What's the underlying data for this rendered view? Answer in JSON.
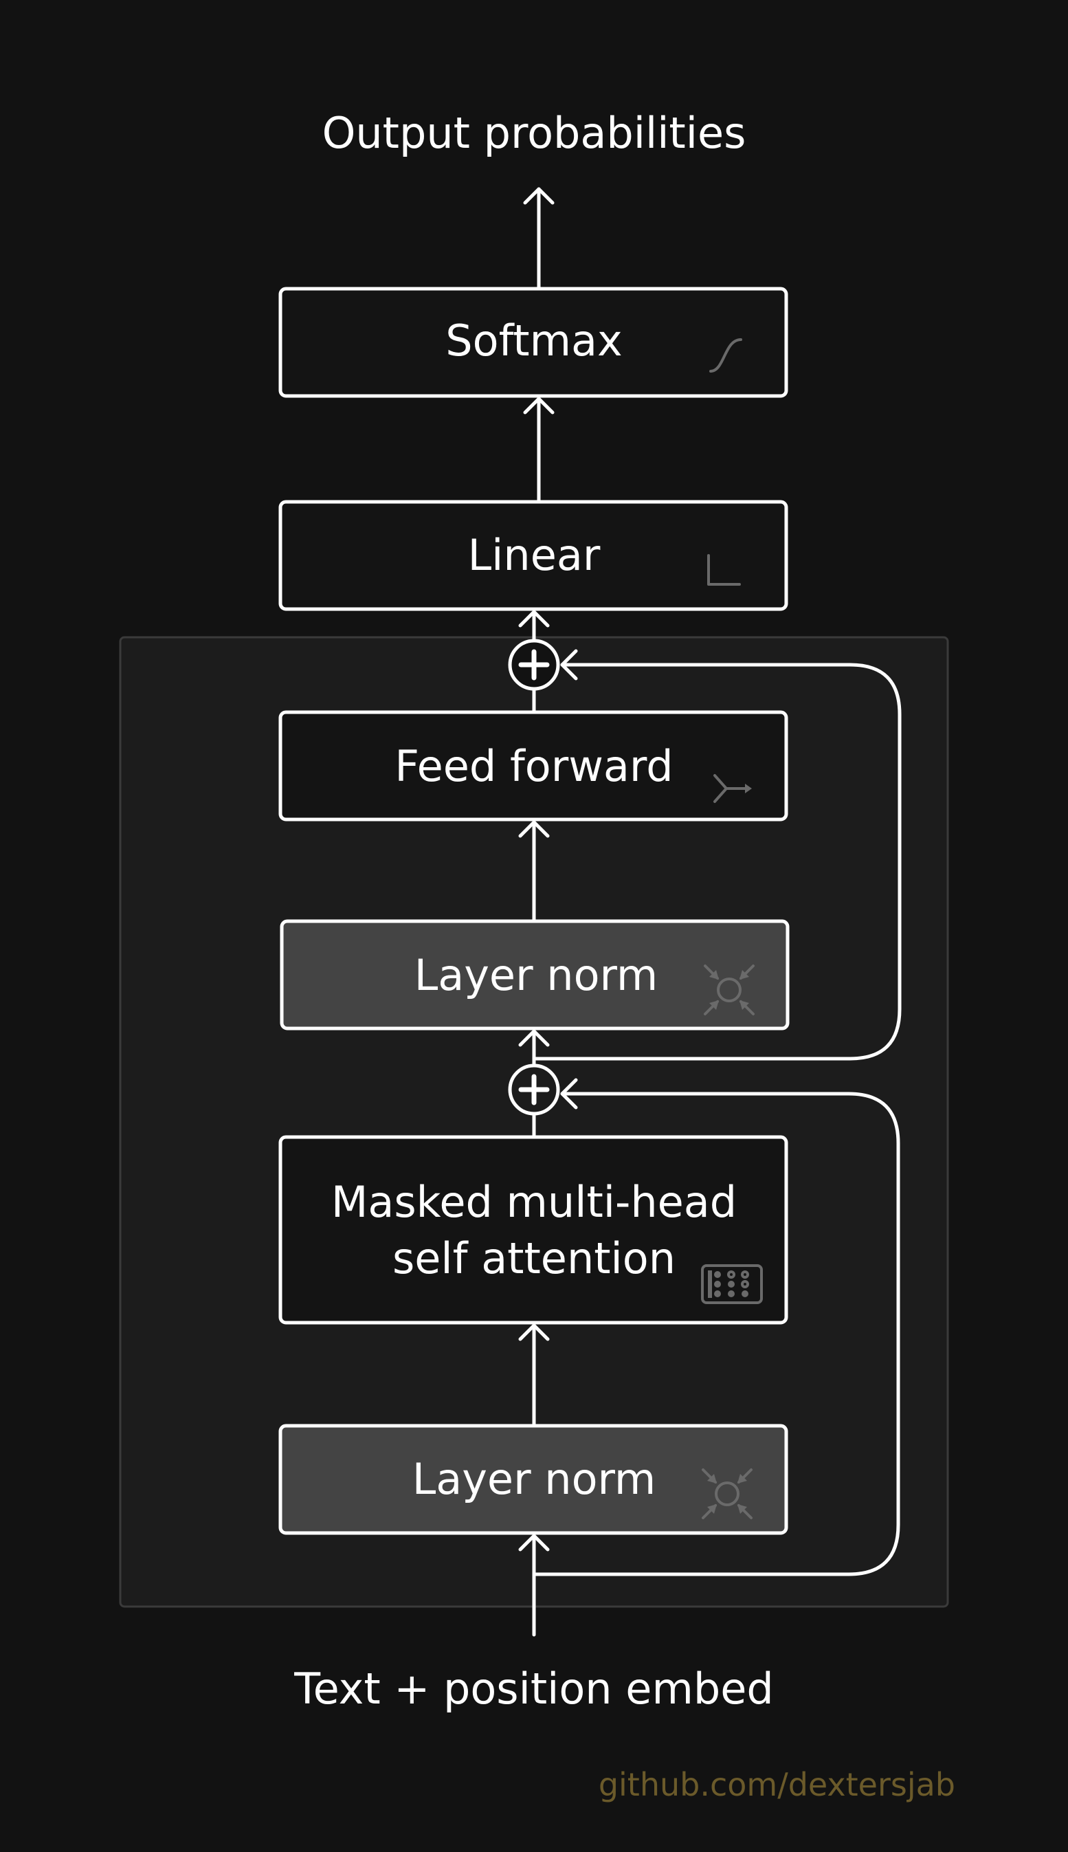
{
  "diagram": {
    "output_label": "Output probabilities",
    "input_label": "Text + position embed",
    "credit": "github.com/dextersjab",
    "blocks": {
      "softmax": "Softmax",
      "linear": "Linear",
      "feed_forward": "Feed forward",
      "layer_norm_top": "Layer norm",
      "attention_line1": "Masked multi-head",
      "attention_line2": "self attention",
      "layer_norm_bottom": "Layer norm"
    },
    "colors": {
      "background": "#121212",
      "stack_panel": "#1c1c1c",
      "block_fill": "#141414",
      "norm_fill": "#444444",
      "stroke": "#ffffff",
      "credit": "#6b5a2a"
    }
  }
}
